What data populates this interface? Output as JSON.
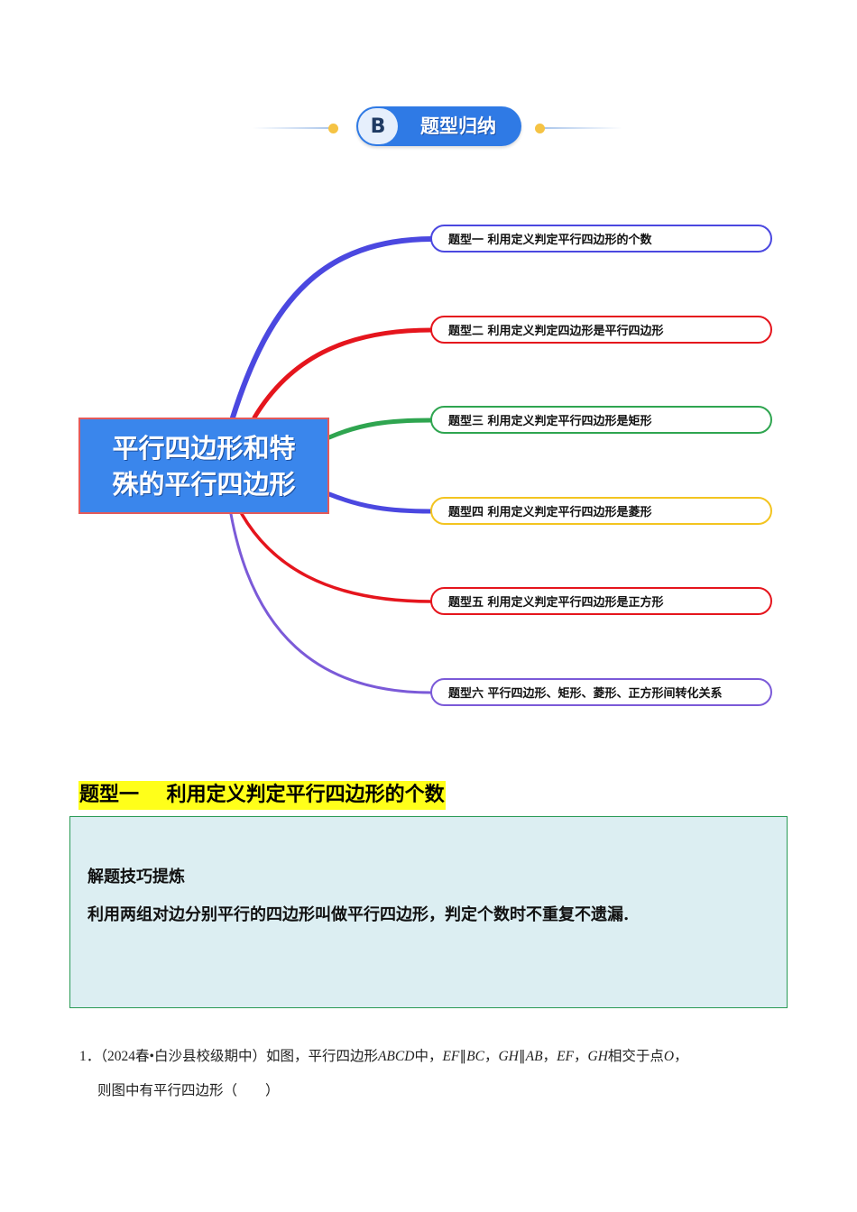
{
  "header": {
    "letter": "B",
    "title": "题型归纳",
    "accent_color": "#2f7ae5",
    "dot_color": "#f5c344"
  },
  "mindmap": {
    "center_label": "平行四边形和特殊的平行四边形",
    "center_line_1": "平行四边形和特",
    "center_line_2": "殊的平行四边形",
    "center_color": "#3a86ec",
    "branches": [
      {
        "label": "题型一  利用定义判定平行四边形的个数",
        "color": "#4b48e0"
      },
      {
        "label": "题型二  利用定义判定四边形是平行四边形",
        "color": "#e5151d"
      },
      {
        "label": "题型三  利用定义判定平行四边形是矩形",
        "color": "#2fa550"
      },
      {
        "label": "题型四  利用定义判定平行四边形是菱形",
        "color": "#f3c420"
      },
      {
        "label": "题型五  利用定义判定平行四边形是正方形",
        "color": "#e5151d"
      },
      {
        "label": "题型六  平行四边形、矩形、菱形、正方形间转化关系",
        "color": "#7b5ad8"
      }
    ]
  },
  "section": {
    "title": "题型一    利用定义判定平行四边形的个数",
    "highlight_color": "#ffff1a"
  },
  "tips": {
    "title": "解题技巧提炼",
    "body": "利用两组对边分别平行的四边形叫做平行四边形，判定个数时不重复不遗漏."
  },
  "question": {
    "number": "1．",
    "source": "（2024春•白沙县校级期中）",
    "text_1": "如图，平行四边形",
    "abcd": "ABCD",
    "text_2": "中，",
    "ef": "EF",
    "par1": "∥",
    "bc": "BC",
    "sep1": "，",
    "gh": "GH",
    "par2": "∥",
    "ab": "AB",
    "sep2": "，",
    "ef2": "EF",
    "sep3": "，",
    "gh2": "GH",
    "text_3": "相交于点",
    "o": "O",
    "sep4": "，",
    "line_2": "则图中有平行四边形（　　）"
  }
}
